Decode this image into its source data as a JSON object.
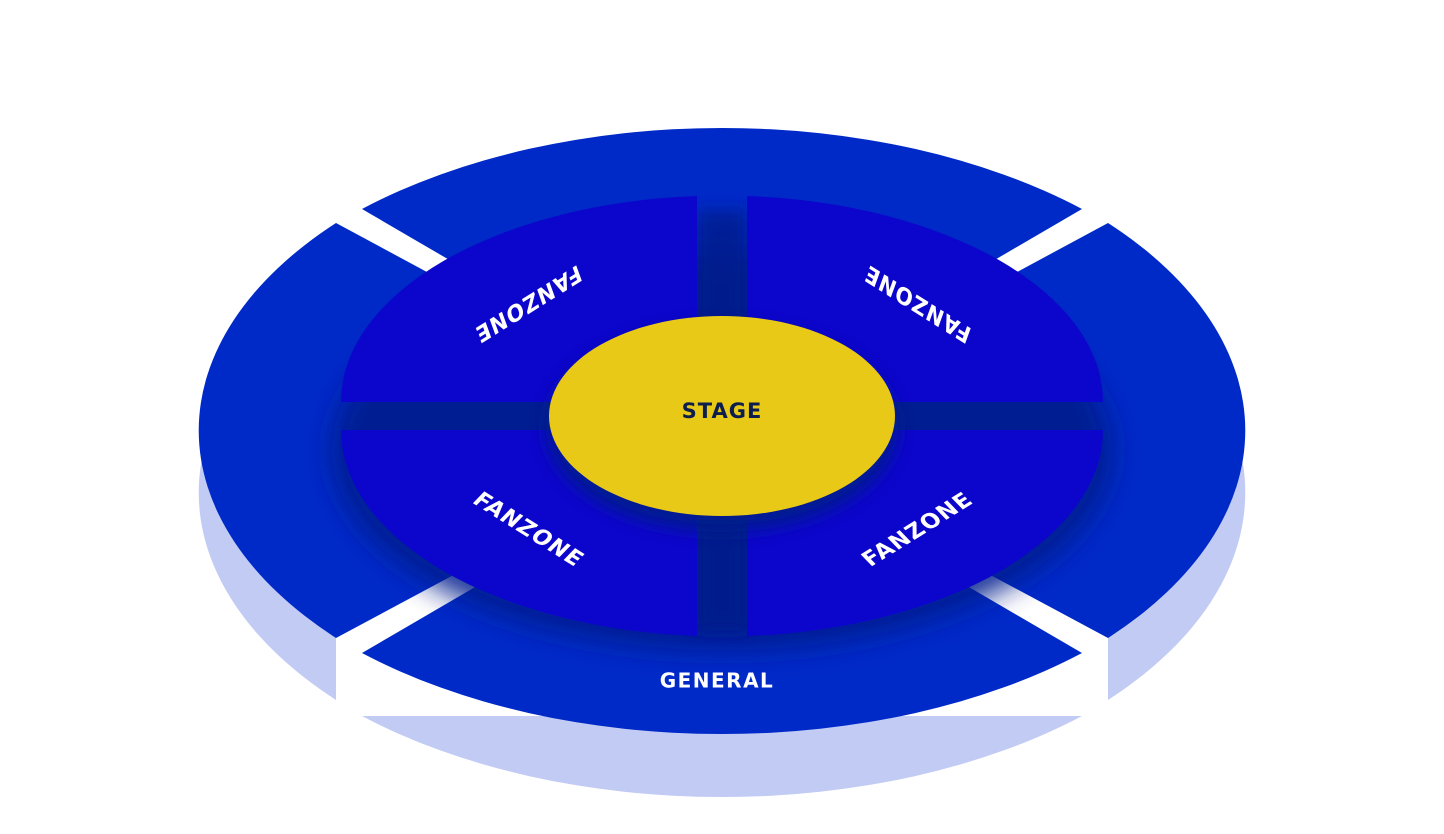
{
  "map": {
    "stage_label": "STAGE",
    "general_label": "GENERAL",
    "fanzones": [
      {
        "label": "FANZONE"
      },
      {
        "label": "FANZONE"
      },
      {
        "label": "FANZONE"
      },
      {
        "label": "FANZONE"
      }
    ]
  },
  "colors": {
    "general": "#002ac8",
    "general_shadow": "#c2cbf3",
    "fanzone": "#0c06cc",
    "gap_shadow": "#061d8c",
    "stage": "#e8c917",
    "stage_text": "#0d1d4c",
    "zone_text": "#ffffff",
    "background": "#ffffff"
  }
}
